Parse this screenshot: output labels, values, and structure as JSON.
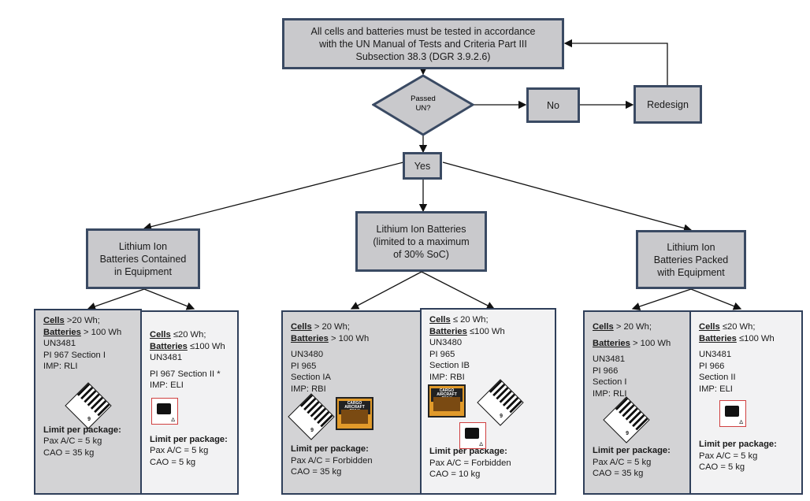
{
  "top_box": {
    "line1": "All cells and batteries must be tested in accordance",
    "line2": "with the UN Manual of Tests and Criteria Part III",
    "line3": "Subsection 38.3 (DGR 3.9.2.6)"
  },
  "decision": {
    "line1": "Passed",
    "line2": "UN?"
  },
  "no_label": "No",
  "redesign_label": "Redesign",
  "yes_label": "Yes",
  "branches": {
    "contained": {
      "line1": "Lithium Ion",
      "line2": "Batteries Contained",
      "line3": "in Equipment"
    },
    "alone": {
      "line1": "Lithium Ion Batteries",
      "line2": "(limited to a maximum",
      "line3": "of 30% SoC)"
    },
    "packed": {
      "line1": "Lithium Ion",
      "line2": "Batteries Packed",
      "line3": "with Equipment"
    }
  },
  "panels": {
    "p1": {
      "cells": "Cells",
      "cells_rest": " >20 Wh;",
      "batt": "Batteries",
      "batt_rest": " > 100 Wh",
      "un": "UN3481",
      "pi": "PI 967 Section I",
      "imp": "IMP: RLI",
      "limit": "Limit per package:",
      "pax": "Pax A/C = 5 kg",
      "cao": "CAO = 35 kg"
    },
    "p2": {
      "cells": "Cells",
      "cells_rest": " ≤20 Wh;",
      "batt": "Batteries",
      "batt_rest": " ≤100 Wh",
      "un": "UN3481",
      "pi": "PI 967 Section II *",
      "imp": "IMP: ELI",
      "limit": "Limit per package:",
      "pax": "Pax A/C = 5 kg",
      "cao": "CAO = 5 kg"
    },
    "p3": {
      "cells": "Cells",
      "cells_rest": " > 20 Wh;",
      "batt": "Batteries",
      "batt_rest": " > 100 Wh",
      "un": "UN3480",
      "pi": "PI 965",
      "sec": "Section IA",
      "imp": "IMP: RBI",
      "limit": "Limit per package:",
      "pax": "Pax A/C = Forbidden",
      "cao": "CAO = 35 kg"
    },
    "p4": {
      "cells": "Cells",
      "cells_rest": " ≤ 20 Wh;",
      "batt": "Batteries",
      "batt_rest": " ≤100 Wh",
      "un": "UN3480",
      "pi": "PI 965",
      "sec": "Section IB",
      "imp": "IMP: RBI",
      "limit": "Limit per package:",
      "pax": "Pax A/C = Forbidden",
      "cao": "CAO = 10 kg"
    },
    "p5": {
      "cells": "Cells",
      "cells_rest": " > 20 Wh;",
      "batt": "Batteries",
      "batt_rest": " > 100 Wh",
      "un": "UN3481",
      "pi": "PI 966",
      "sec": "Section I",
      "imp": "IMP: RLI",
      "limit": "Limit per package:",
      "pax": "Pax A/C =  5 kg",
      "cao": "CAO = 35 kg"
    },
    "p6": {
      "cells": "Cells",
      "cells_rest": " ≤20 Wh;",
      "batt": "Batteries",
      "batt_rest": " ≤100 Wh",
      "un": "UN3481",
      "pi": "PI 966",
      "sec": "Section II",
      "imp": "IMP: ELI",
      "limit": "Limit per package:",
      "pax": "Pax A/C = 5 kg",
      "cao": "CAO = 5 kg"
    }
  },
  "labels": {
    "class9_digit": "9",
    "cargo_text": "CARGO AIRCRAFT ONLY"
  }
}
